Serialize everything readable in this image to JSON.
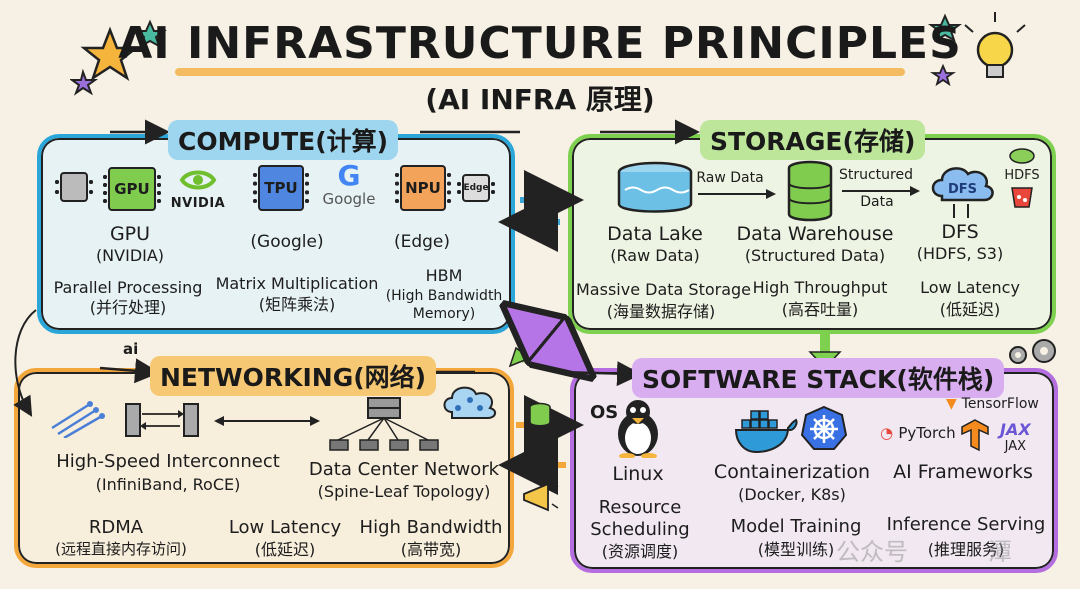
{
  "header": {
    "title": "AI INFRASTRUCTURE PRINCIPLES",
    "subtitle": "(AI INFRA 原理)"
  },
  "compute": {
    "title": "COMPUTE",
    "title_cn": "(计算)",
    "gpu_chip": "GPU",
    "nvidia_logo_text": "NVIDIA",
    "tpu_chip": "TPU",
    "google_logo_text": "Google",
    "npu_chip": "NPU",
    "edge_chip": "Edge",
    "gpu_label": "GPU",
    "gpu_sub": "(NVIDIA)",
    "tpu_sub": "(Google)",
    "npu_sub": "(Edge)",
    "feature1": "Parallel Processing",
    "feature1_cn": "(并行处理)",
    "feature2": "Matrix Multiplication",
    "feature2_cn": "(矩阵乘法)",
    "feature3": "HBM",
    "feature3_sub1": "(High Bandwidth",
    "feature3_sub2": "Memory)"
  },
  "storage": {
    "title": "STORAGE",
    "title_cn": "(存储)",
    "arrow1_label": "Raw Data",
    "arrow2_label1": "Structured",
    "arrow2_label2": "Data",
    "dfs_cloud": "DFS",
    "hdfs_logo": "HDFS",
    "lake": "Data Lake",
    "lake_sub": "(Raw Data)",
    "warehouse": "Data Warehouse",
    "warehouse_sub": "(Structured Data)",
    "dfs": "DFS",
    "dfs_sub": "(HDFS, S3)",
    "feature1": "Massive Data Storage",
    "feature1_cn": "(海量数据存储)",
    "feature2": "High Throughput",
    "feature2_cn": "(高吞吐量)",
    "feature3": "Low Latency",
    "feature3_cn": "(低延迟)"
  },
  "networking": {
    "title": "NETWORKING",
    "title_cn": "(网络)",
    "ai_badge": "ai",
    "interconnect": "High-Speed Interconnect",
    "interconnect_sub": "(InfiniBand, RoCE)",
    "dcn": "Data Center Network",
    "dcn_sub": "(Spine-Leaf Topology)",
    "feature1": "RDMA",
    "feature1_cn": "(远程直接内存访问)",
    "feature2": "Low Latency",
    "feature2_cn": "(低延迟)",
    "feature3": "High Bandwidth",
    "feature3_cn": "(高带宽)"
  },
  "software": {
    "title": "SOFTWARE STACK",
    "title_cn": "(软件栈)",
    "os_badge": "OS",
    "linux": "Linux",
    "container": "Containerization",
    "container_sub": "(Docker, K8s)",
    "frameworks": "AI Frameworks",
    "tensorflow": "TensorFlow",
    "pytorch": "PyTorch",
    "jax": "JAX",
    "feature1_a": "Resource",
    "feature1_b": "Scheduling",
    "feature1_cn": "(资源调度)",
    "feature2": "Model Training",
    "feature2_cn": "(模型训练)",
    "feature3": "Inference Serving",
    "feature3_cn": "(推理服务)"
  },
  "watermark": "公众号",
  "watermark2": "潭",
  "colors": {
    "compute": "#2aa6d9",
    "storage": "#7ed04f",
    "networking": "#f3a73b",
    "software": "#b56ee0",
    "cross_arrow": "#b575e6"
  }
}
